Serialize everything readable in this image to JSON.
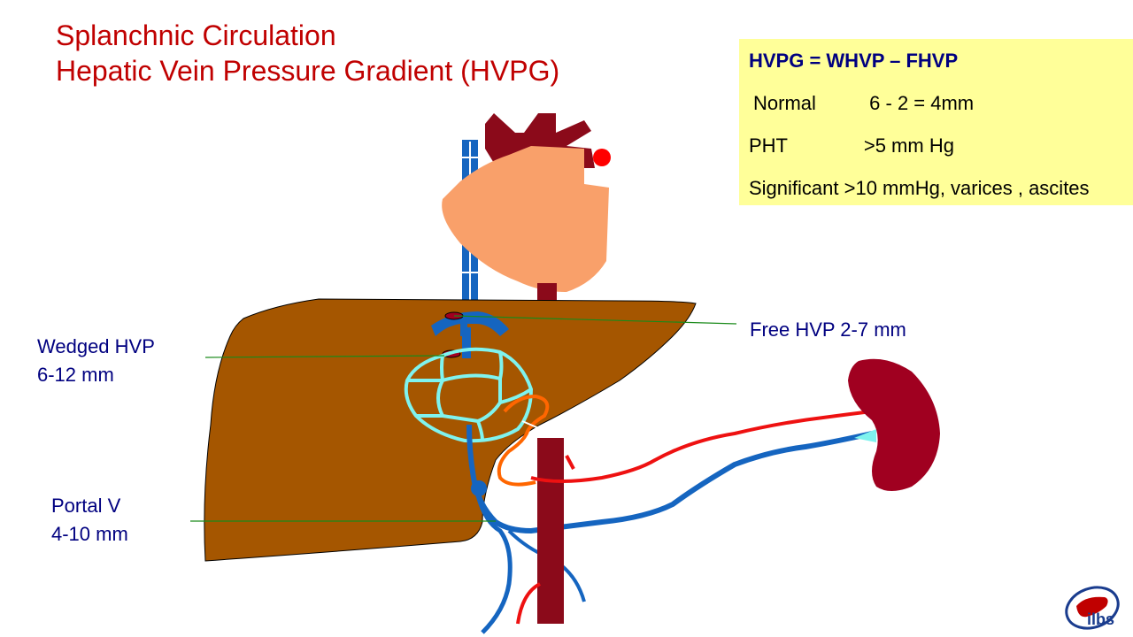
{
  "title": {
    "line1": "Splanchnic Circulation",
    "line2": "Hepatic Vein Pressure Gradient (HVPG)"
  },
  "infobox": {
    "formula": "HVPG =  WHVP – FHVP",
    "normal_label": "Normal",
    "normal_value": "6 - 2 = 4mm",
    "pht_label": "PHT",
    "pht_value": ">5 mm Hg",
    "significant": "Significant >10 mmHg, varices , ascites"
  },
  "labels": {
    "free_hvp": "Free HVP 2-7 mm",
    "wedged_hvp_line1": "Wedged HVP",
    "wedged_hvp_line2": "6-12 mm",
    "portal_v_line1": "Portal V",
    "portal_v_line2": "4-10 mm"
  },
  "logo": {
    "text": "ilbs",
    "icon": "liver-logo-icon"
  },
  "colors": {
    "title": "#c00000",
    "label": "#000080",
    "infobox_bg": "#ffff99",
    "liver": "#a55600",
    "heart": "#f9a06a",
    "aorta": "#8b0a1a",
    "vein": "#1565c0",
    "artery": "#ee1111",
    "sinusoid": "#7ff3ee",
    "spleen": "#a00020",
    "pointer_line": "#1a8a1a"
  }
}
